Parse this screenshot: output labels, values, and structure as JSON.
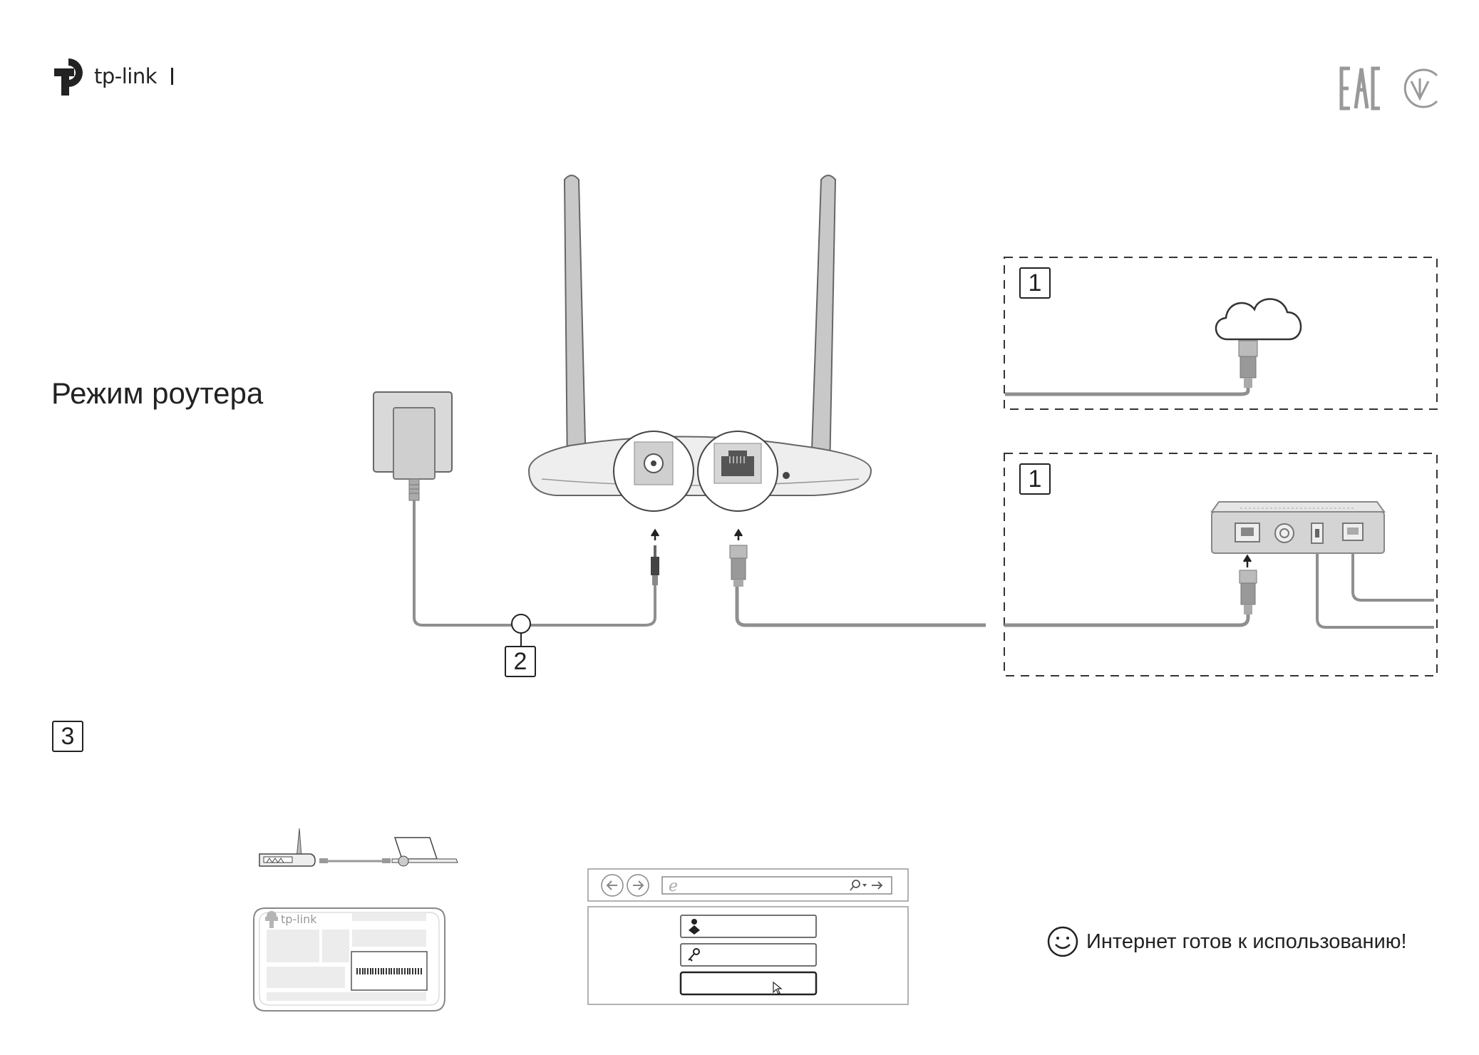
{
  "header": {
    "brand": "tp-link",
    "icons": [
      "tp-link-logo-icon",
      "eac-mark-icon",
      "ua-conformity-mark-icon"
    ]
  },
  "page": {
    "mode_title": "Режим роутера"
  },
  "steps": {
    "step1_top": "1",
    "step1_bottom": "1",
    "step2": "2",
    "step3": "3"
  },
  "label_illustration": {
    "brand": "tp-link"
  },
  "result": {
    "text": "Интернет готов к использованию!"
  },
  "colors": {
    "line": "#222222",
    "cable": "#8f8f8f",
    "device_fill": "#eeeeee",
    "antenna_fill": "#c8c8c8",
    "light_gray": "#ececec"
  }
}
